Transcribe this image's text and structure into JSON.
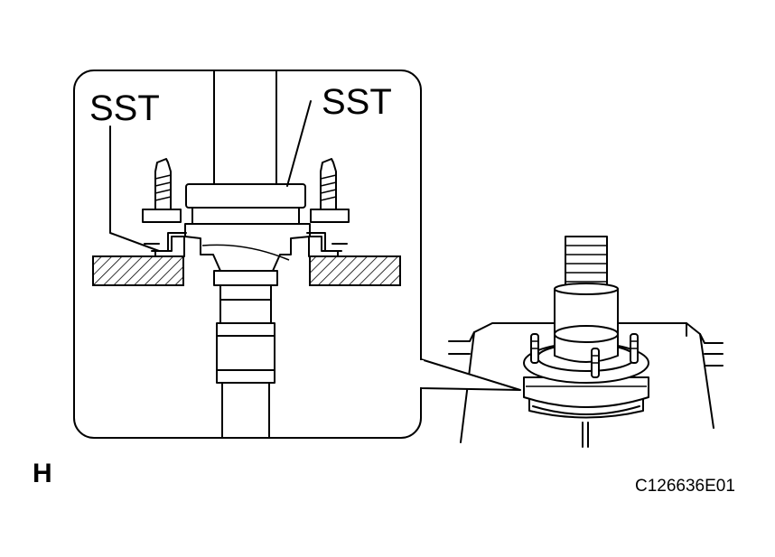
{
  "labels": {
    "sst_left": "SST",
    "sst_right": "SST",
    "figure_letter": "H",
    "figure_code": "C126636E01"
  }
}
